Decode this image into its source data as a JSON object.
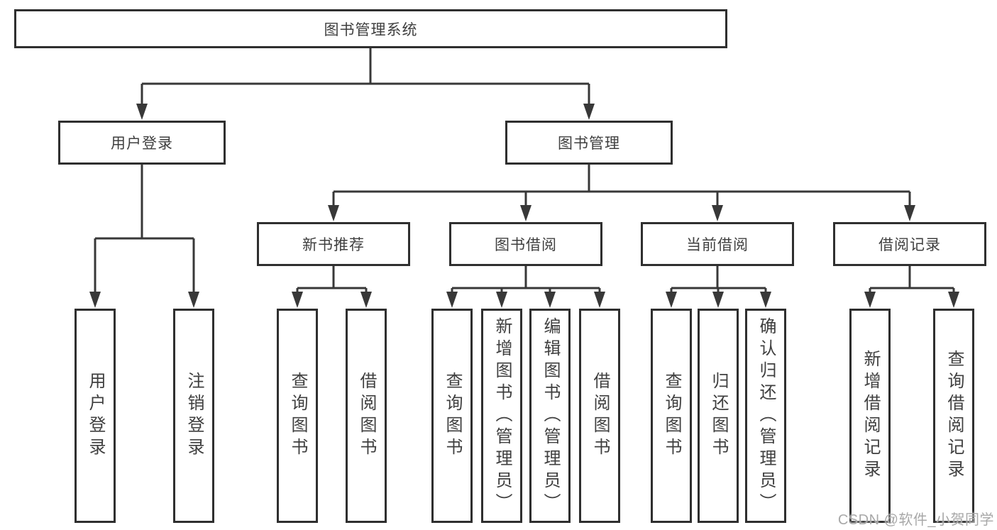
{
  "colors": {
    "line": "#383838",
    "border": "#2f2f2f",
    "text": "#3f3f3f",
    "background": "#ffffff",
    "watermark": "#a8a8a8"
  },
  "watermark": {
    "text": "CSDN @软件_小贺同学"
  },
  "tree": {
    "label": "图书管理系统",
    "children": [
      {
        "label": "用户登录",
        "children": [
          {
            "label": "用户登录"
          },
          {
            "label": "注销登录"
          }
        ]
      },
      {
        "label": "图书管理",
        "children": [
          {
            "label": "新书推荐",
            "children": [
              {
                "label": "查询图书"
              },
              {
                "label": "借阅图书"
              }
            ]
          },
          {
            "label": "图书借阅",
            "children": [
              {
                "label": "查询图书"
              },
              {
                "label": "新增图书（管理员）"
              },
              {
                "label": "编辑图书（管理员）"
              },
              {
                "label": "借阅图书"
              }
            ]
          },
          {
            "label": "当前借阅",
            "children": [
              {
                "label": "查询图书"
              },
              {
                "label": "归还图书"
              },
              {
                "label": "确认归还（管理员）"
              }
            ]
          },
          {
            "label": "借阅记录",
            "children": [
              {
                "label": "新增借阅记录"
              },
              {
                "label": "查询借阅记录"
              }
            ]
          }
        ]
      }
    ]
  }
}
